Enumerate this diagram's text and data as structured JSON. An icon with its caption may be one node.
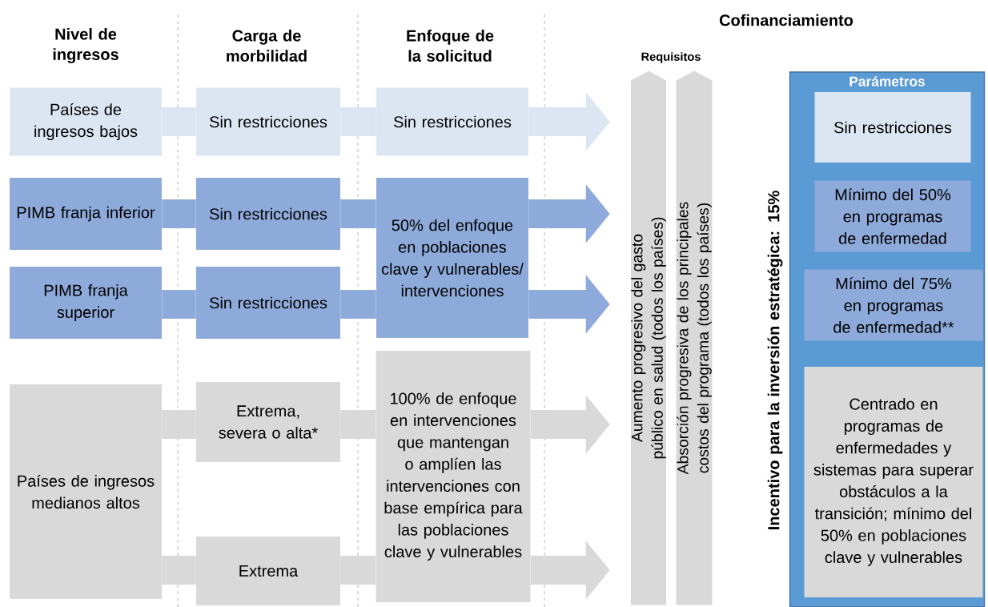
{
  "diagram": {
    "nodes": [
      {
        "text": [
          "Países de ingresos bajos"
        ]
      },
      {
        "text": [
          "Sin restricciones"
        ]
      },
      {
        "text": [
          "Sin restricciones"
        ]
      },
      {
        "text": [
          "PIMB franja inferior"
        ]
      },
      {
        "text": [
          "Sin restricciones"
        ]
      },
      {
        "text": [
          "50% del enfoque en poblaciones clave y vulnerables/ intervenciones"
        ]
      },
      {
        "text": [
          "PIMB franja superior"
        ]
      },
      {
        "text": [
          "Sin restricciones"
        ]
      },
      {
        "text": [
          "Países de ingresos medianos altos"
        ]
      },
      {
        "text": [
          "Extrema, severa o alta*"
        ]
      },
      {
        "text": [
          "100% de enfoque en intervenciones que mantengan o amplíen las intervenciones con base empírica para las poblaciones clave y vulnerables"
        ]
      },
      {
        "text": [
          "Extrema"
        ]
      },
      {
        "text": [
          "Aumento progresivo del gasto público en salud (todos los países)"
        ]
      },
      {
        "text": [
          "Absorción progresiva de los principales costos del programa (todos los países)"
        ]
      },
      {
        "text": [
          "Parámetros"
        ]
      },
      {
        "text": [
          "Sin restricciones"
        ],
        "in": 14
      },
      {
        "text": [
          "Mínimo del 50% en programas de enfermedad"
        ],
        "in": 14
      },
      {
        "text": [
          "Mínimo del 75% en programas de enfermedad**"
        ],
        "in": 14
      },
      {
        "text": [
          "Centrado en programas de enfermedades y sistemas para superar obstáculos a la transición; mínimo del 50% en poblaciones clave y vulnerables"
        ],
        "in": 14
      }
    ],
    "edges": [
      {
        "from": 0,
        "to": 1,
        "arrow": "none",
        "color": "#dce6f2"
      },
      {
        "from": 1,
        "to": 2,
        "arrow": "none",
        "color": "#dce6f2"
      },
      {
        "from": 2,
        "to": 12,
        "arrow": "to",
        "color": "#dce6f2"
      },
      {
        "from": 3,
        "to": 4,
        "arrow": "none",
        "color": "#8eaadb"
      },
      {
        "from": 4,
        "to": 5,
        "arrow": "none",
        "color": "#8eaadb"
      },
      {
        "from": 5,
        "to": 12,
        "arrow": "to",
        "color": "#8eaadb"
      },
      {
        "from": 6,
        "to": 7,
        "arrow": "none",
        "color": "#8eaadb"
      },
      {
        "from": 7,
        "to": 5,
        "arrow": "none",
        "color": "#8eaadb"
      },
      {
        "from": 5,
        "to": 12,
        "arrow": "to",
        "color": "#8eaadb"
      },
      {
        "from": 8,
        "to": 9,
        "arrow": "none",
        "color": "#d9d9d9"
      },
      {
        "from": 9,
        "to": 10,
        "arrow": "none",
        "color": "#d9d9d9"
      },
      {
        "from": 10,
        "to": 12,
        "arrow": "to",
        "color": "#d9d9d9"
      },
      {
        "from": 8,
        "to": 11,
        "arrow": "none",
        "color": "#d9d9d9"
      },
      {
        "from": 11,
        "to": 10,
        "arrow": "none",
        "color": "#d9d9d9"
      },
      {
        "from": 10,
        "to": 12,
        "arrow": "to",
        "color": "#d9d9d9"
      }
    ],
    "labels": [
      "Nivel de ingresos",
      "Carga de morbilidad",
      "Enfoque de la solicitud",
      "Cofinanciamiento",
      "Requisitos",
      "Incentivo para la inversión estratégica: 15%"
    ]
  }
}
